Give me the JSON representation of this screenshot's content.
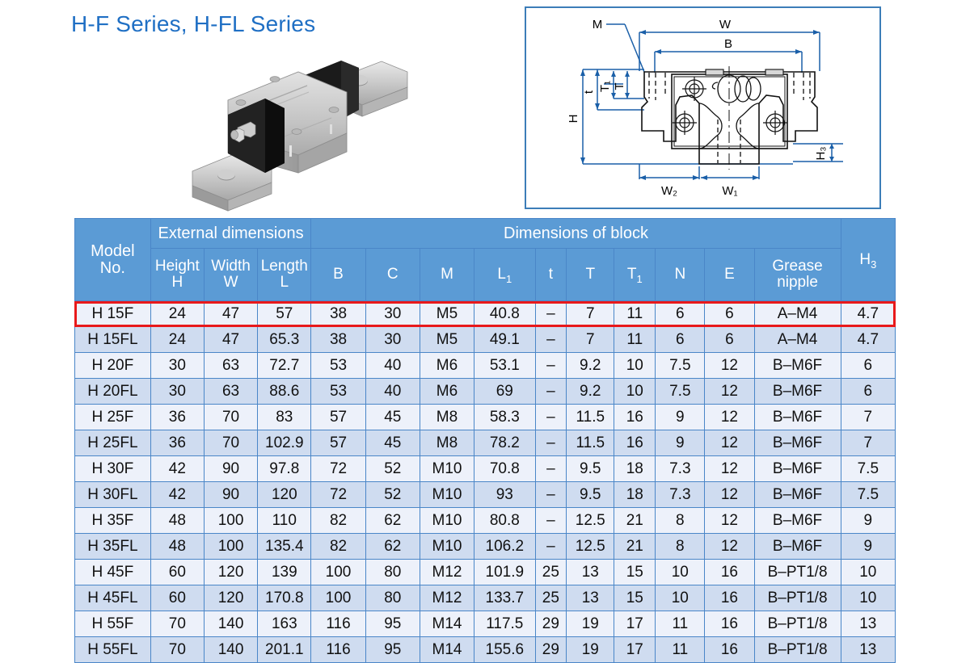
{
  "page": {
    "title": "H-F Series, H-FL Series"
  },
  "product_image": {
    "alt": "linear-guide-rail-with-carriage-block",
    "parts": [
      "rail",
      "carriage-block",
      "end-cap",
      "grease-nipple"
    ]
  },
  "drawing": {
    "alt": "cross-section-dimension-drawing",
    "labels": {
      "W": "W",
      "B": "B",
      "M": "M",
      "H": "H",
      "t": "t",
      "T": "T",
      "T1": "T",
      "T1_sub": "1",
      "H3": "H",
      "H3_sub": "3",
      "W1": "W",
      "W1_sub": "1",
      "W2": "W",
      "W2_sub": "2"
    }
  },
  "table": {
    "group_headers": {
      "model": "Model\nNo.",
      "model_line1": "Model",
      "model_line2": "No.",
      "external": "External dimensions",
      "block": "Dimensions of block"
    },
    "columns": [
      {
        "key": "model",
        "label": "Model No."
      },
      {
        "key": "H",
        "label": "Height",
        "label2": "H"
      },
      {
        "key": "W",
        "label": "Width",
        "label2": "W"
      },
      {
        "key": "L",
        "label": "Length",
        "label2": "L"
      },
      {
        "key": "B",
        "label": "B"
      },
      {
        "key": "C",
        "label": "C"
      },
      {
        "key": "M",
        "label": "M"
      },
      {
        "key": "L1",
        "label": "L",
        "sub": "1"
      },
      {
        "key": "t",
        "label": "t"
      },
      {
        "key": "T",
        "label": "T"
      },
      {
        "key": "T1",
        "label": "T",
        "sub": "1"
      },
      {
        "key": "N",
        "label": "N"
      },
      {
        "key": "E",
        "label": "E"
      },
      {
        "key": "grease",
        "label": "Grease",
        "label2": "nipple"
      },
      {
        "key": "H3",
        "label": "H",
        "sub": "3"
      }
    ],
    "rows": [
      {
        "model": "H 15F",
        "H": "24",
        "W": "47",
        "L": "57",
        "B": "38",
        "C": "30",
        "M": "M5",
        "L1": "40.8",
        "t": "–",
        "T": "7",
        "T1": "11",
        "N": "6",
        "E": "6",
        "grease": "A–M4",
        "H3": "4.7",
        "highlighted": true
      },
      {
        "model": "H 15FL",
        "H": "24",
        "W": "47",
        "L": "65.3",
        "B": "38",
        "C": "30",
        "M": "M5",
        "L1": "49.1",
        "t": "–",
        "T": "7",
        "T1": "11",
        "N": "6",
        "E": "6",
        "grease": "A–M4",
        "H3": "4.7",
        "highlighted": false
      },
      {
        "model": "H 20F",
        "H": "30",
        "W": "63",
        "L": "72.7",
        "B": "53",
        "C": "40",
        "M": "M6",
        "L1": "53.1",
        "t": "–",
        "T": "9.2",
        "T1": "10",
        "N": "7.5",
        "E": "12",
        "grease": "B–M6F",
        "H3": "6",
        "highlighted": false
      },
      {
        "model": "H 20FL",
        "H": "30",
        "W": "63",
        "L": "88.6",
        "B": "53",
        "C": "40",
        "M": "M6",
        "L1": "69",
        "t": "–",
        "T": "9.2",
        "T1": "10",
        "N": "7.5",
        "E": "12",
        "grease": "B–M6F",
        "H3": "6",
        "highlighted": false
      },
      {
        "model": "H 25F",
        "H": "36",
        "W": "70",
        "L": "83",
        "B": "57",
        "C": "45",
        "M": "M8",
        "L1": "58.3",
        "t": "–",
        "T": "11.5",
        "T1": "16",
        "N": "9",
        "E": "12",
        "grease": "B–M6F",
        "H3": "7",
        "highlighted": false
      },
      {
        "model": "H 25FL",
        "H": "36",
        "W": "70",
        "L": "102.9",
        "B": "57",
        "C": "45",
        "M": "M8",
        "L1": "78.2",
        "t": "–",
        "T": "11.5",
        "T1": "16",
        "N": "9",
        "E": "12",
        "grease": "B–M6F",
        "H3": "7",
        "highlighted": false
      },
      {
        "model": "H 30F",
        "H": "42",
        "W": "90",
        "L": "97.8",
        "B": "72",
        "C": "52",
        "M": "M10",
        "L1": "70.8",
        "t": "–",
        "T": "9.5",
        "T1": "18",
        "N": "7.3",
        "E": "12",
        "grease": "B–M6F",
        "H3": "7.5",
        "highlighted": false
      },
      {
        "model": "H 30FL",
        "H": "42",
        "W": "90",
        "L": "120",
        "B": "72",
        "C": "52",
        "M": "M10",
        "L1": "93",
        "t": "–",
        "T": "9.5",
        "T1": "18",
        "N": "7.3",
        "E": "12",
        "grease": "B–M6F",
        "H3": "7.5",
        "highlighted": false
      },
      {
        "model": "H 35F",
        "H": "48",
        "W": "100",
        "L": "110",
        "B": "82",
        "C": "62",
        "M": "M10",
        "L1": "80.8",
        "t": "–",
        "T": "12.5",
        "T1": "21",
        "N": "8",
        "E": "12",
        "grease": "B–M6F",
        "H3": "9",
        "highlighted": false
      },
      {
        "model": "H 35FL",
        "H": "48",
        "W": "100",
        "L": "135.4",
        "B": "82",
        "C": "62",
        "M": "M10",
        "L1": "106.2",
        "t": "–",
        "T": "12.5",
        "T1": "21",
        "N": "8",
        "E": "12",
        "grease": "B–M6F",
        "H3": "9",
        "highlighted": false
      },
      {
        "model": "H 45F",
        "H": "60",
        "W": "120",
        "L": "139",
        "B": "100",
        "C": "80",
        "M": "M12",
        "L1": "101.9",
        "t": "25",
        "T": "13",
        "T1": "15",
        "N": "10",
        "E": "16",
        "grease": "B–PT1/8",
        "H3": "10",
        "highlighted": false
      },
      {
        "model": "H 45FL",
        "H": "60",
        "W": "120",
        "L": "170.8",
        "B": "100",
        "C": "80",
        "M": "M12",
        "L1": "133.7",
        "t": "25",
        "T": "13",
        "T1": "15",
        "N": "10",
        "E": "16",
        "grease": "B–PT1/8",
        "H3": "10",
        "highlighted": false
      },
      {
        "model": "H 55F",
        "H": "70",
        "W": "140",
        "L": "163",
        "B": "116",
        "C": "95",
        "M": "M14",
        "L1": "117.5",
        "t": "29",
        "T": "19",
        "T1": "17",
        "N": "11",
        "E": "16",
        "grease": "B–PT1/8",
        "H3": "13",
        "highlighted": false
      },
      {
        "model": "H 55FL",
        "H": "70",
        "W": "140",
        "L": "201.1",
        "B": "116",
        "C": "95",
        "M": "M14",
        "L1": "155.6",
        "t": "29",
        "T": "19",
        "T1": "17",
        "N": "11",
        "E": "16",
        "grease": "B–PT1/8",
        "H3": "13",
        "highlighted": false
      }
    ]
  },
  "colors": {
    "title": "#1F6FC4",
    "header_bg": "#5B9BD5",
    "grid": "#4A86C8",
    "row_odd": "#EDF1FA",
    "row_even": "#CFDCF0",
    "highlight": "#E8191B",
    "drawing_border": "#3C7DB8",
    "drawing_dimension": "#1A5FA8"
  }
}
